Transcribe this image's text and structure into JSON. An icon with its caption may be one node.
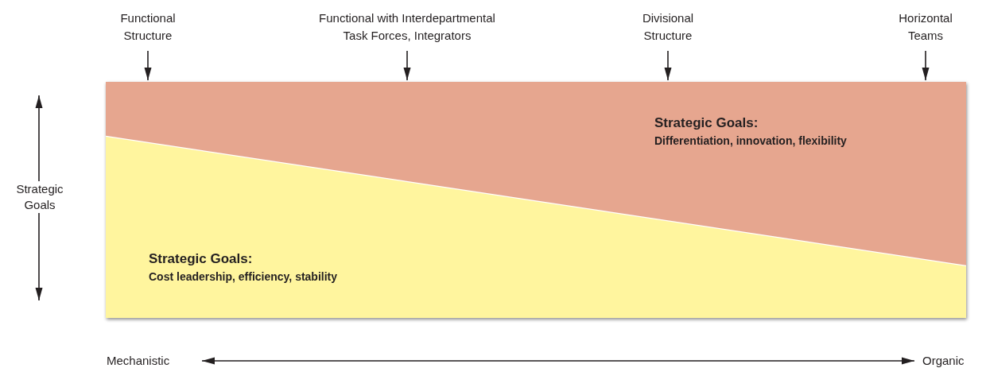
{
  "diagram": {
    "nodes": [
      {
        "text": [
          "Functional Structure"
        ]
      },
      {
        "text": [
          "Functional with Interdepartmental Task Forces, Integrators"
        ]
      },
      {
        "text": [
          "Divisional Structure"
        ]
      },
      {
        "text": [
          "Horizontal Teams"
        ]
      },
      {
        "text": [],
        "shape": "box"
      },
      {
        "text": [
          "Strategic Goals:",
          "Differentiation, innovation, flexibility"
        ],
        "in": 4
      },
      {
        "text": [
          "Strategic Goals:",
          "Cost leadership, efficiency, stability"
        ],
        "in": 4
      }
    ],
    "edges": [
      {
        "from": 0,
        "to": 4,
        "arrow": "to"
      },
      {
        "from": 1,
        "to": 4,
        "arrow": "to"
      },
      {
        "from": 2,
        "to": 4,
        "arrow": "to"
      },
      {
        "from": 3,
        "to": 4,
        "arrow": "to"
      }
    ],
    "labels": [
      "Strategic Goals",
      "Mechanistic",
      "Organic"
    ]
  }
}
